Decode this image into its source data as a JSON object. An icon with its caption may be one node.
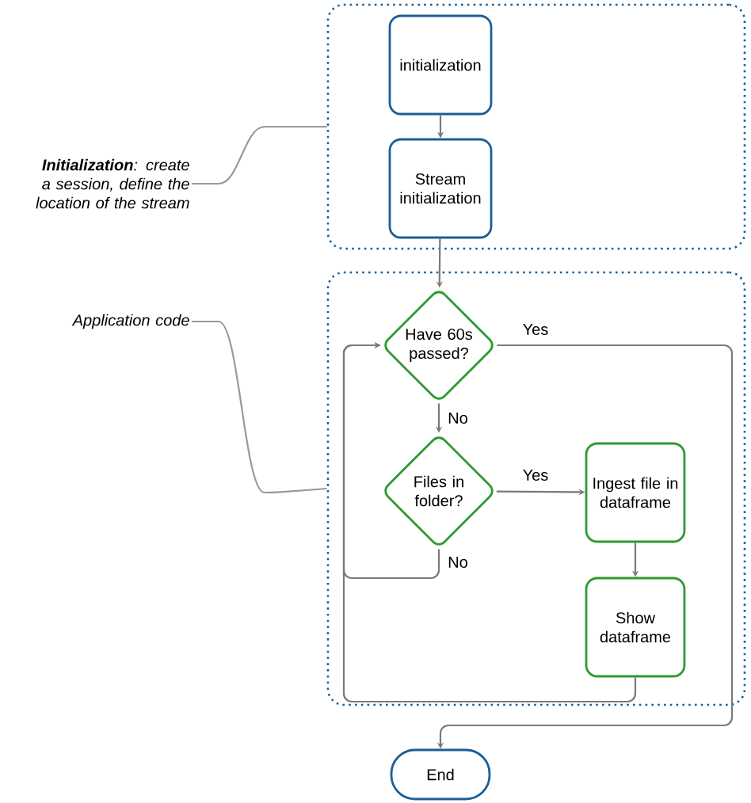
{
  "diagram": {
    "nodes": [
      {
        "text": [],
        "shape": "box"
      },
      {
        "text": [
          "initialization"
        ],
        "in": 0
      },
      {
        "text": [
          "Stream initialization"
        ],
        "in": 0
      },
      {
        "text": [
          "**Initialization**: create a session, define the location of the stream"
        ]
      },
      {
        "text": [],
        "shape": "box"
      },
      {
        "text": [
          "Have 60s passed?"
        ],
        "in": 4
      },
      {
        "text": [
          "Files in folder?"
        ],
        "in": 4
      },
      {
        "text": [
          "Ingest file in dataframe"
        ],
        "in": 4
      },
      {
        "text": [
          "Show dataframe"
        ],
        "in": 4
      },
      {
        "text": [
          "Application code"
        ]
      },
      {
        "text": [
          "End"
        ]
      }
    ],
    "edges": [
      {
        "from": 1,
        "to": 2,
        "arrow": "to"
      },
      {
        "from": 2,
        "to": 5,
        "arrow": "to"
      },
      {
        "from": 5,
        "to": 6,
        "arrow": "to",
        "label": "No"
      },
      {
        "from": 6,
        "to": 7,
        "arrow": "to",
        "label": "Yes"
      },
      {
        "from": 6,
        "to": 5,
        "arrow": "to",
        "label": "No"
      },
      {
        "from": 8,
        "to": 5,
        "arrow": "to"
      },
      {
        "from": 5,
        "to": 10,
        "arrow": "to",
        "label": "Yes"
      },
      {
        "from": 7,
        "to": 8,
        "arrow": "to"
      },
      {
        "from": 3,
        "to": 0,
        "arrow": "none"
      },
      {
        "from": 9,
        "to": 4,
        "arrow": "none"
      }
    ]
  }
}
